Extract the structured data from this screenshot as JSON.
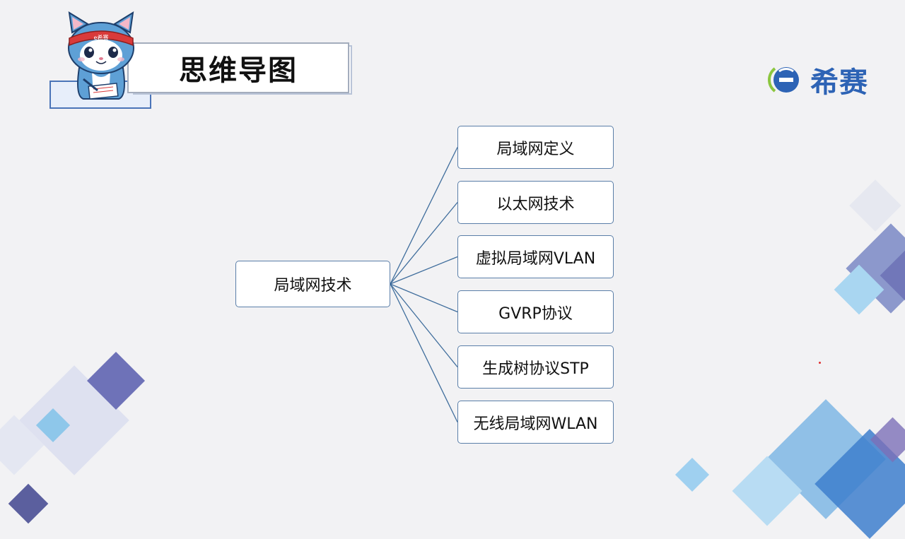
{
  "title": "思维导图",
  "logo": {
    "text": "希赛",
    "icon": "e-circle-logo-icon",
    "color": "#2d63b5"
  },
  "mascot": {
    "headband_text": "e希赛"
  },
  "mindmap": {
    "center": "局域网技术",
    "branches": [
      "局域网定义",
      "以太网技术",
      "虚拟局域网VLAN",
      "GVRP协议",
      "生成树协议STP",
      "无线局域网WLAN"
    ]
  },
  "colors": {
    "node_border": "#5a7ea8",
    "connector": "#3f6d9c",
    "accent": "#4a74b8"
  }
}
